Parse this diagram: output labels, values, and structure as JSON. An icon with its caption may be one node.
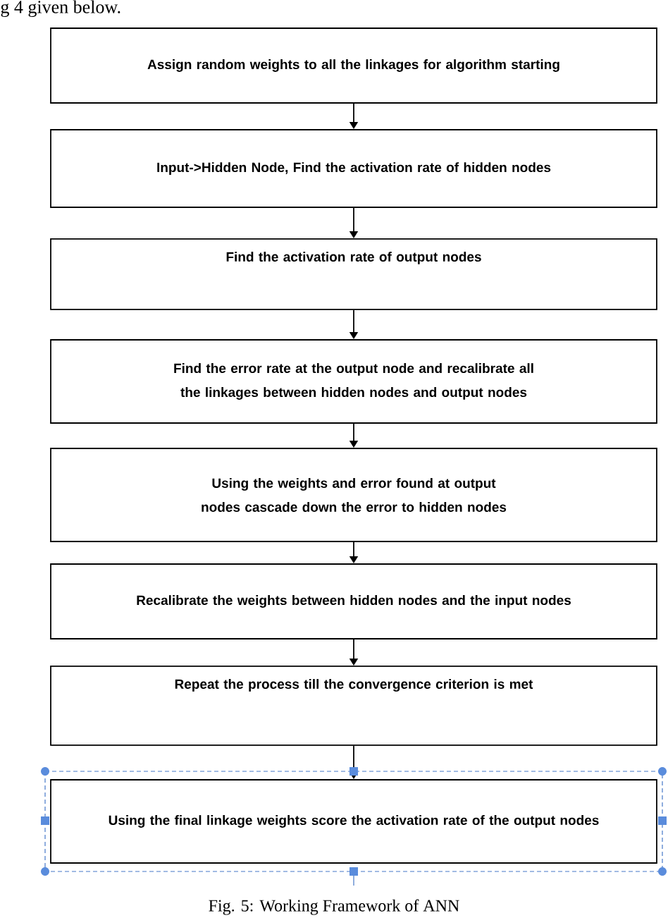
{
  "diagram": {
    "caption": "Fig. 5: Working Framework of ANN",
    "nodes": [
      {
        "text": [
          "Assign random  weights to all the linkages for algorithm starting"
        ]
      },
      {
        "text": [
          "Input->Hidden  Node,  Find the activation rate of hidden nodes"
        ]
      },
      {
        "text": [
          "Find the activation rate of output  nodes"
        ]
      },
      {
        "text": [
          "Find the error rate at the output node and recalibrate all the linkages between hidden nodes and output nodes"
        ]
      },
      {
        "text": [
          "Using the weights and error found at output nodes cascade down the error to hidden nodes"
        ]
      },
      {
        "text": [
          "Recalibrate the weights between hidden nodes and the input nodes"
        ]
      },
      {
        "text": [
          "Repeat the process till the convergence criterion is met"
        ]
      },
      {
        "text": [
          "Using the final linkage weights score the activation rate of the output  nodes"
        ]
      }
    ],
    "edges": [
      {
        "from": 0,
        "to": 1,
        "arrow": "to"
      },
      {
        "from": 1,
        "to": 2,
        "arrow": "to"
      },
      {
        "from": 2,
        "to": 3,
        "arrow": "to"
      },
      {
        "from": 3,
        "to": 4,
        "arrow": "to"
      },
      {
        "from": 4,
        "to": 5,
        "arrow": "to"
      },
      {
        "from": 5,
        "to": 6,
        "arrow": "to"
      },
      {
        "from": 6,
        "to": 7,
        "arrow": "to"
      }
    ],
    "labels": [
      "g 4 given below."
    ]
  }
}
